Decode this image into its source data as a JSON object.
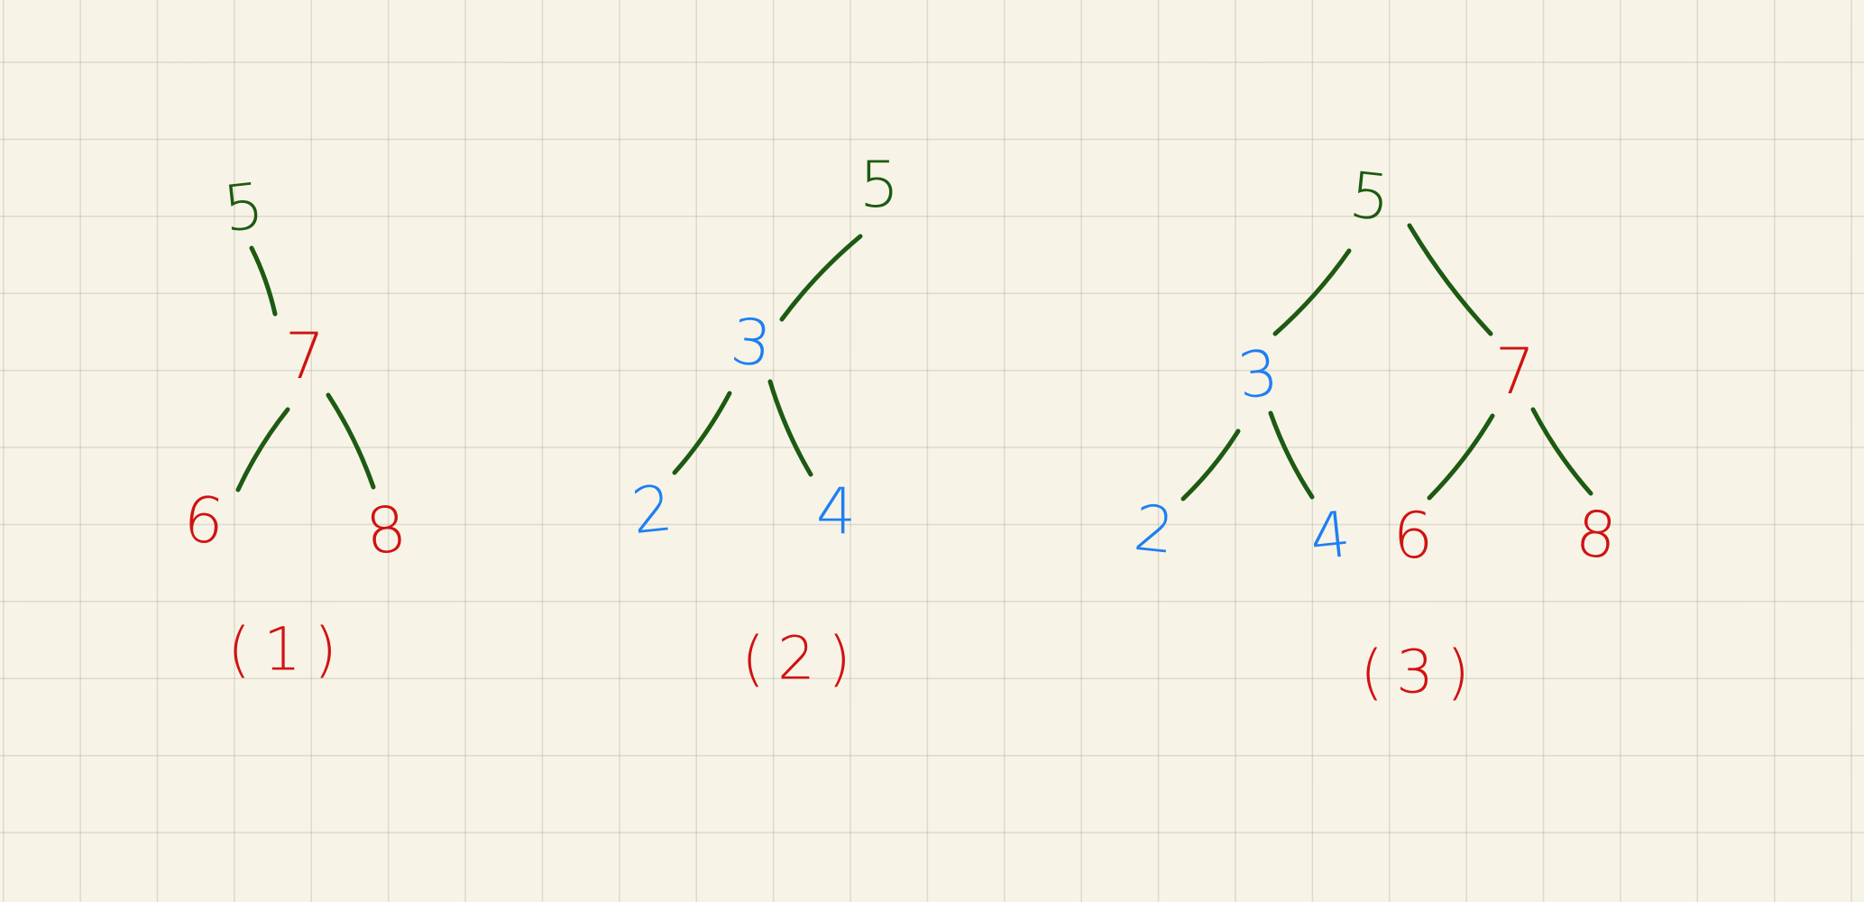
{
  "colors": {
    "green": "#1d5a12",
    "red": "#d11212",
    "blue": "#1f7ff2",
    "edge": "#1d5a12"
  },
  "trees": [
    {
      "id": "tree-1",
      "caption": "(1)",
      "nodes": [
        {
          "id": "t1-n5",
          "label": "5",
          "color": "green"
        },
        {
          "id": "t1-n7",
          "label": "7",
          "color": "red"
        },
        {
          "id": "t1-n6",
          "label": "6",
          "color": "red"
        },
        {
          "id": "t1-n8",
          "label": "8",
          "color": "red"
        }
      ],
      "edges": [
        [
          "t1-n5",
          "t1-n7"
        ],
        [
          "t1-n7",
          "t1-n6"
        ],
        [
          "t1-n7",
          "t1-n8"
        ]
      ]
    },
    {
      "id": "tree-2",
      "caption": "(2)",
      "nodes": [
        {
          "id": "t2-n5",
          "label": "5",
          "color": "green"
        },
        {
          "id": "t2-n3",
          "label": "3",
          "color": "blue"
        },
        {
          "id": "t2-n2",
          "label": "2",
          "color": "blue"
        },
        {
          "id": "t2-n4",
          "label": "4",
          "color": "blue"
        }
      ],
      "edges": [
        [
          "t2-n5",
          "t2-n3"
        ],
        [
          "t2-n3",
          "t2-n2"
        ],
        [
          "t2-n3",
          "t2-n4"
        ]
      ]
    },
    {
      "id": "tree-3",
      "caption": "(3)",
      "nodes": [
        {
          "id": "t3-n5",
          "label": "5",
          "color": "green"
        },
        {
          "id": "t3-n3",
          "label": "3",
          "color": "blue"
        },
        {
          "id": "t3-n7",
          "label": "7",
          "color": "red"
        },
        {
          "id": "t3-n2",
          "label": "2",
          "color": "blue"
        },
        {
          "id": "t3-n4",
          "label": "4",
          "color": "blue"
        },
        {
          "id": "t3-n6",
          "label": "6",
          "color": "red"
        },
        {
          "id": "t3-n8",
          "label": "8",
          "color": "red"
        }
      ],
      "edges": [
        [
          "t3-n5",
          "t3-n3"
        ],
        [
          "t3-n5",
          "t3-n7"
        ],
        [
          "t3-n3",
          "t3-n2"
        ],
        [
          "t3-n3",
          "t3-n4"
        ],
        [
          "t3-n7",
          "t3-n6"
        ],
        [
          "t3-n7",
          "t3-n8"
        ]
      ]
    }
  ]
}
